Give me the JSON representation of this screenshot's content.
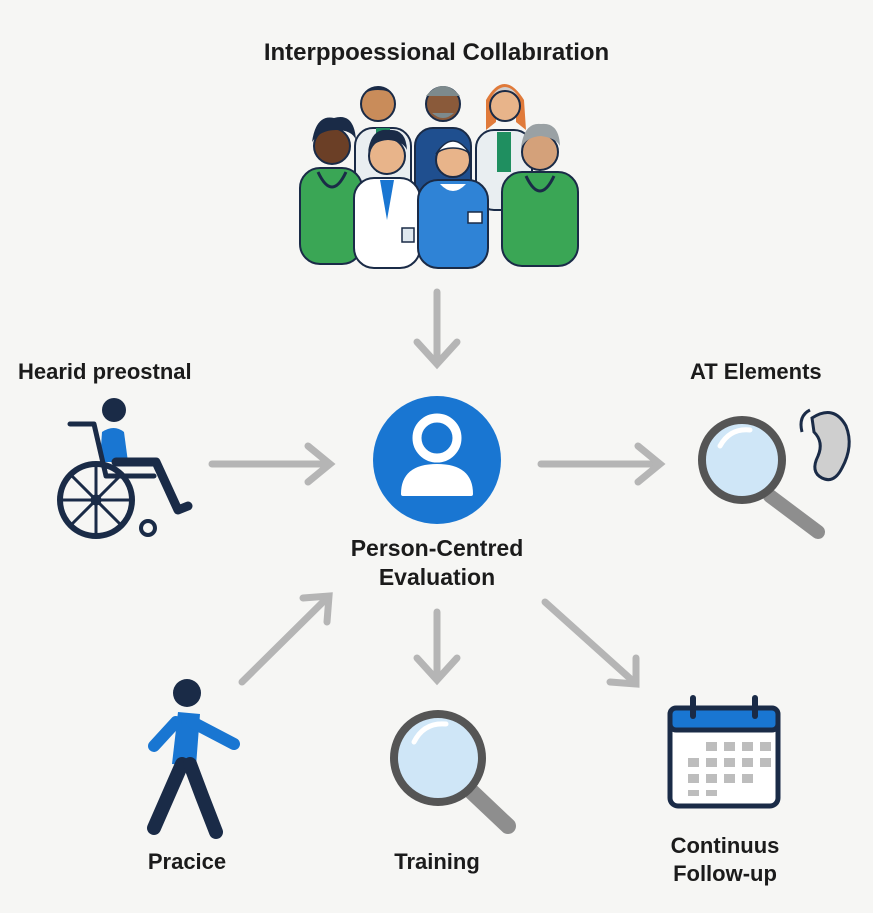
{
  "title": "Interppoessional Collabıration",
  "nodes": {
    "left": {
      "label": "Hearid preostnal",
      "icon": "wheelchair-user-icon"
    },
    "right": {
      "label": "AT Elements",
      "icon": "magnifier-hearing-aid-icon"
    },
    "center": {
      "label_line1": "Person-Centred",
      "label_line2": "Evaluation",
      "icon": "person-circle-icon"
    },
    "bottom_left": {
      "label": "Pracice",
      "icon": "walking-person-icon"
    },
    "bottom_center": {
      "label": "Training",
      "icon": "magnifier-icon"
    },
    "bottom_right": {
      "label_line1": "Continuus",
      "label_line2": "Follow-up",
      "icon": "calendar-icon"
    }
  },
  "colors": {
    "arrow": "#b5b5b5",
    "primary_blue": "#1976d2",
    "navy": "#1a2b47",
    "green": "#3aa655",
    "lens": "#cfe6f7",
    "handle": "#8e8e8e"
  }
}
